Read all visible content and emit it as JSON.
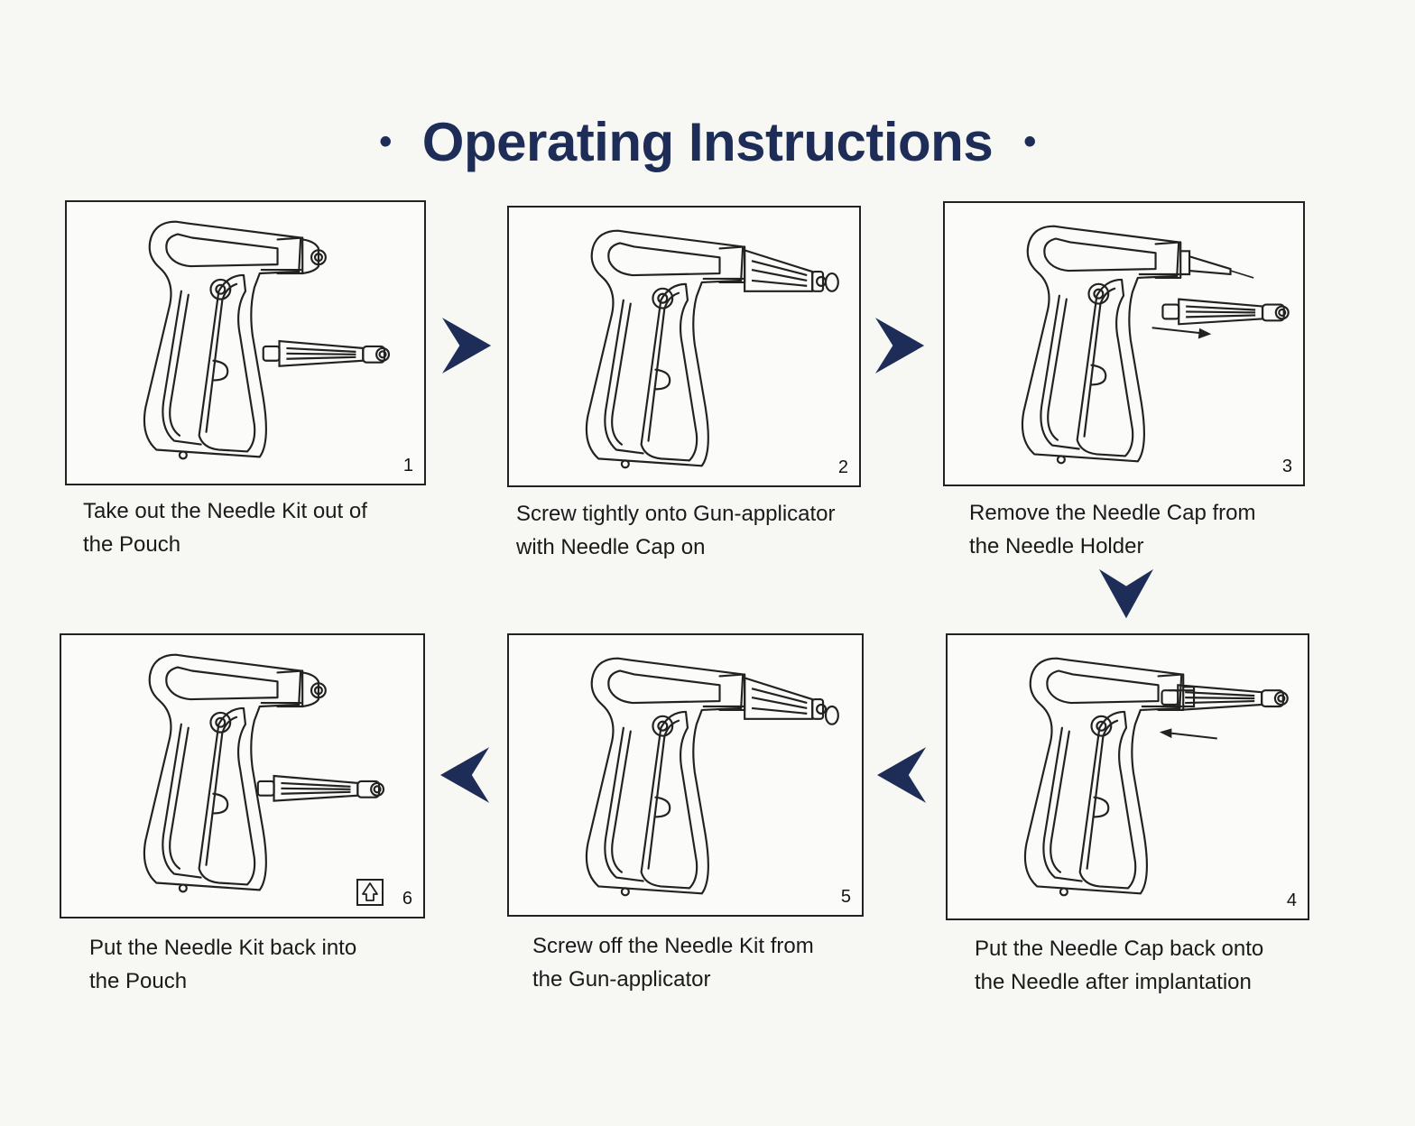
{
  "title": "Operating Instructions",
  "title_bullet": "•",
  "colors": {
    "accent": "#1e2d57",
    "line": "#222222",
    "background": "#f7f7f4"
  },
  "steps": [
    {
      "number": "1",
      "line1": "Take out the Needle Kit out of",
      "line2": "the Pouch"
    },
    {
      "number": "2",
      "line1": "Screw tightly onto Gun-applicator",
      "line2": "with Needle Cap on"
    },
    {
      "number": "3",
      "line1": "Remove the Needle Cap from",
      "line2": "the Needle Holder"
    },
    {
      "number": "4",
      "line1": "Put the Needle Cap back onto",
      "line2": "the Needle after implantation"
    },
    {
      "number": "5",
      "line1": "Screw off the Needle Kit from",
      "line2": "the Gun-applicator"
    },
    {
      "number": "6",
      "line1": "Put the Needle Kit back into",
      "line2": "the Pouch"
    }
  ],
  "icons": {
    "flow_arrow": "chevron-arrow-icon",
    "recycle": "recycle-icon"
  }
}
